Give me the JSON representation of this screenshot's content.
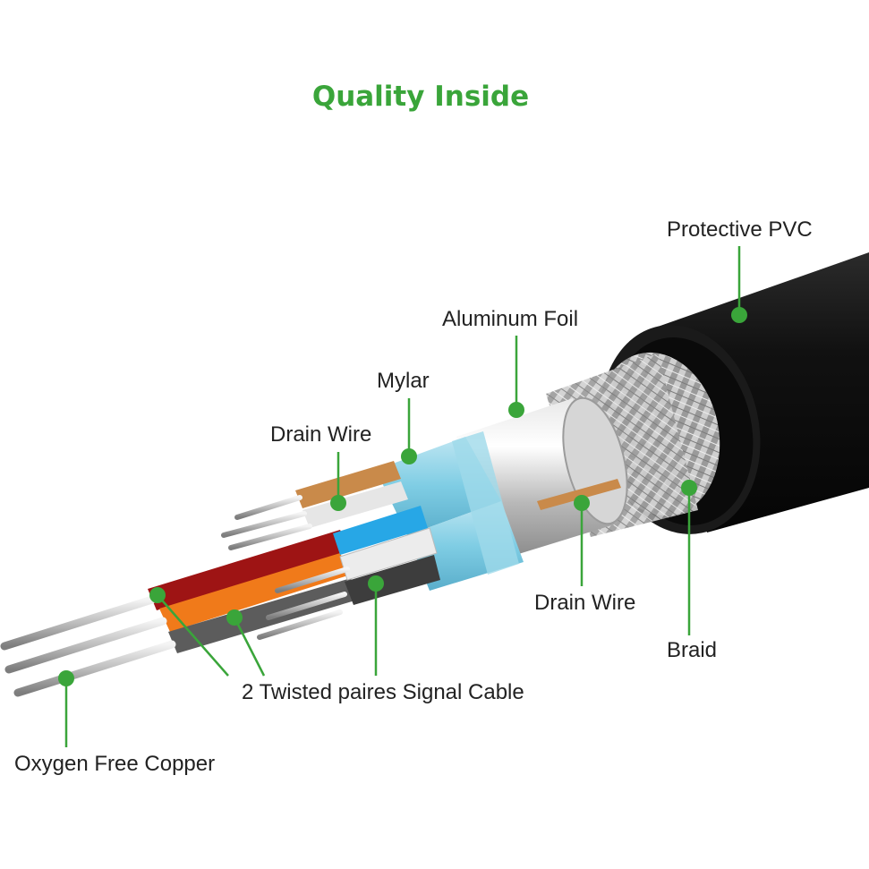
{
  "title": "Quality Inside",
  "accent_color": "#3aa53a",
  "labels": {
    "protective_pvc": "Protective PVC",
    "aluminum_foil": "Aluminum Foil",
    "mylar": "Mylar",
    "drain_wire_top": "Drain Wire",
    "drain_wire_right": "Drain Wire",
    "braid": "Braid",
    "twisted_pairs": "2 Twisted paires Signal Cable",
    "oxygen_free_copper": "Oxygen Free Copper"
  }
}
